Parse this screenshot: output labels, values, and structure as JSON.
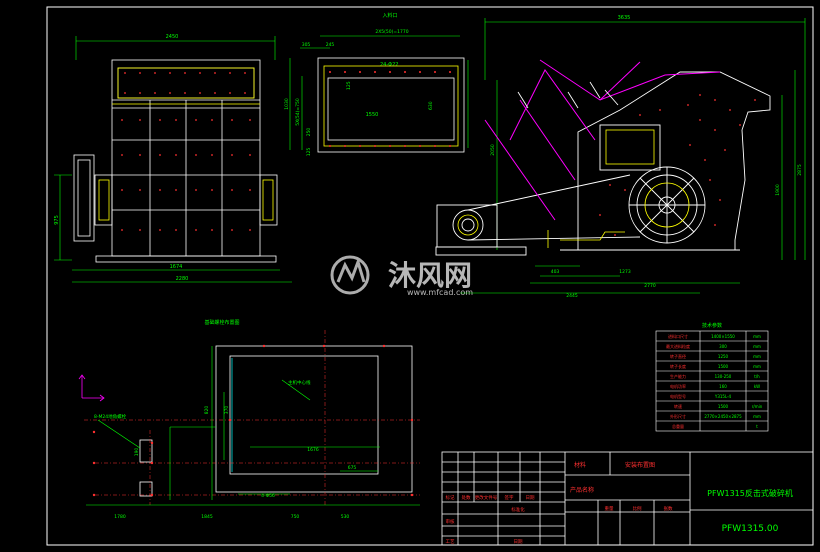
{
  "colors": {
    "background": "#000000",
    "frame": "#ffffff",
    "dimension": "#00ff00",
    "body": "#ffffff",
    "bolt": "#ff3030",
    "center_line": "#ff3030",
    "highlight": "#ffff00",
    "accent": "#ff00ff",
    "hatch": "#00ffff"
  },
  "front_view": {
    "top_dim": "2450",
    "bottom_dim_1": "1674",
    "bottom_dim_2": "2280",
    "left_dim": "975"
  },
  "top_view": {
    "title": "入料口",
    "dim_top": "2X5(50)=1770",
    "dim_left_a": "305",
    "dim_left_b": "245",
    "hole_label": "24-Φ22",
    "dim_r": "125",
    "dim_inner": "1550",
    "dim_right": "630",
    "dim_h1": "1030",
    "dim_h2": "5X(54)=750",
    "dim_h3": "250",
    "dim_h4": "125"
  },
  "side_view": {
    "top_dim": "3635",
    "right_dim": "2875",
    "right_dim_2": "1900",
    "left_dim": "2050",
    "bottom_dim_1": "403",
    "bottom_dim_2": "1273",
    "bottom_dim_3": "2770",
    "bottom_dim_4": "2445"
  },
  "foundation": {
    "title": "基础螺栓布置图",
    "center_note": "主机中心线",
    "dim_a": "1676",
    "dim_b": "675",
    "dim_c": "820",
    "dim_d": "4-Φ56",
    "bolt_label": "8-M24地角螺栓",
    "dim_e": "190",
    "dim_f": "370",
    "dim_bottom_1": "1780",
    "dim_bottom_2": "1845",
    "dim_bottom_3": "750",
    "dim_bottom_4": "530"
  },
  "spec_table": {
    "title": "技术参数",
    "rows": [
      [
        "进料口尺寸",
        "1400×1550",
        "mm"
      ],
      [
        "最大进料粒度",
        "300",
        "mm"
      ],
      [
        "转子直径",
        "1250",
        "mm"
      ],
      [
        "转子长度",
        "1500",
        "mm"
      ],
      [
        "生产能力",
        "130-250",
        "t/h"
      ],
      [
        "电机功率",
        "160",
        "kW"
      ],
      [
        "电机型号",
        "Y315L-4",
        ""
      ],
      [
        "转速",
        "1500",
        "r/min"
      ],
      [
        "外形尺寸",
        "2770×2450×2875",
        "mm"
      ],
      [
        "总重量",
        "",
        "t"
      ]
    ]
  },
  "title_block": {
    "material_label": "材料",
    "drawing_title": "安装布置图",
    "product_label": "产品名称",
    "product_name": "PFW1315反击式破碎机",
    "drawing_number": "PFW1315.00",
    "col_labels": [
      "标记",
      "处数",
      "更改文件号",
      "签字",
      "日期"
    ],
    "role_labels": [
      "审核",
      "标准化"
    ],
    "row_labels": [
      "工艺",
      "日期"
    ],
    "weight_label": "重量",
    "scale_label": "比例",
    "sheet_label": "张数",
    "watermark_name": "沐风网",
    "watermark_url": "www.mfcad.com"
  }
}
